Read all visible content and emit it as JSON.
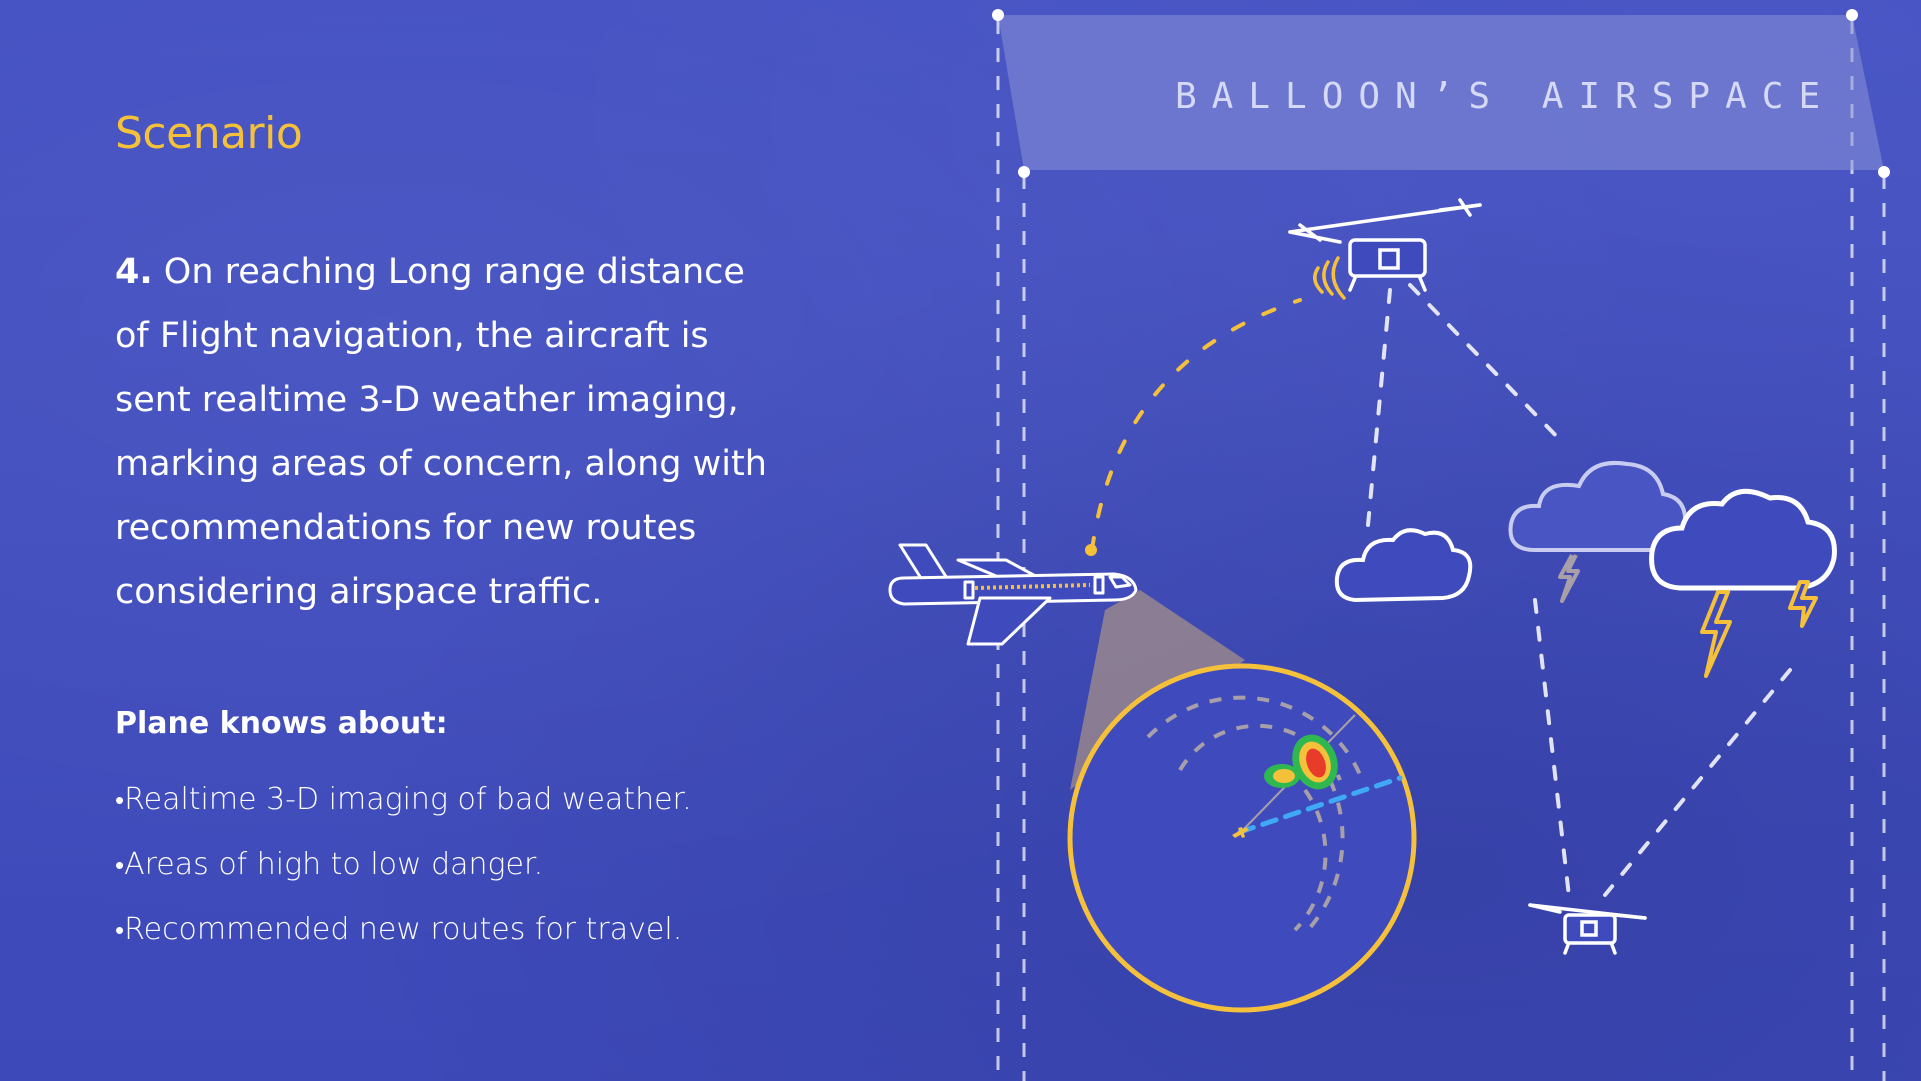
{
  "slide": {
    "heading": "Scenario",
    "step_number": "4.",
    "step_text": "On reaching Long range distance of Flight navigation, the aircraft is sent realtime 3-D weather imaging, marking areas of concern, along with recommendations for new routes considering airspace traffic.",
    "knows_title": "Plane knows about:",
    "knows_items": [
      "Realtime 3-D imaging of bad weather.",
      "Areas of high to low danger.",
      "Recommended new routes for travel."
    ]
  },
  "diagram": {
    "banner_label": "BALLOON’S AIRSPACE",
    "colors": {
      "background": "#3f4bbd",
      "accent_yellow": "#f5c13a",
      "chalk_white": "#ffffff",
      "route_blue": "#3fa9f5",
      "danger_red": "#e83b2a",
      "danger_green": "#2fb84f"
    },
    "icons": [
      "drone-icon",
      "airplane-icon",
      "cloud-icon",
      "storm-cloud-icon",
      "lightning-icon",
      "radar-icon"
    ]
  }
}
